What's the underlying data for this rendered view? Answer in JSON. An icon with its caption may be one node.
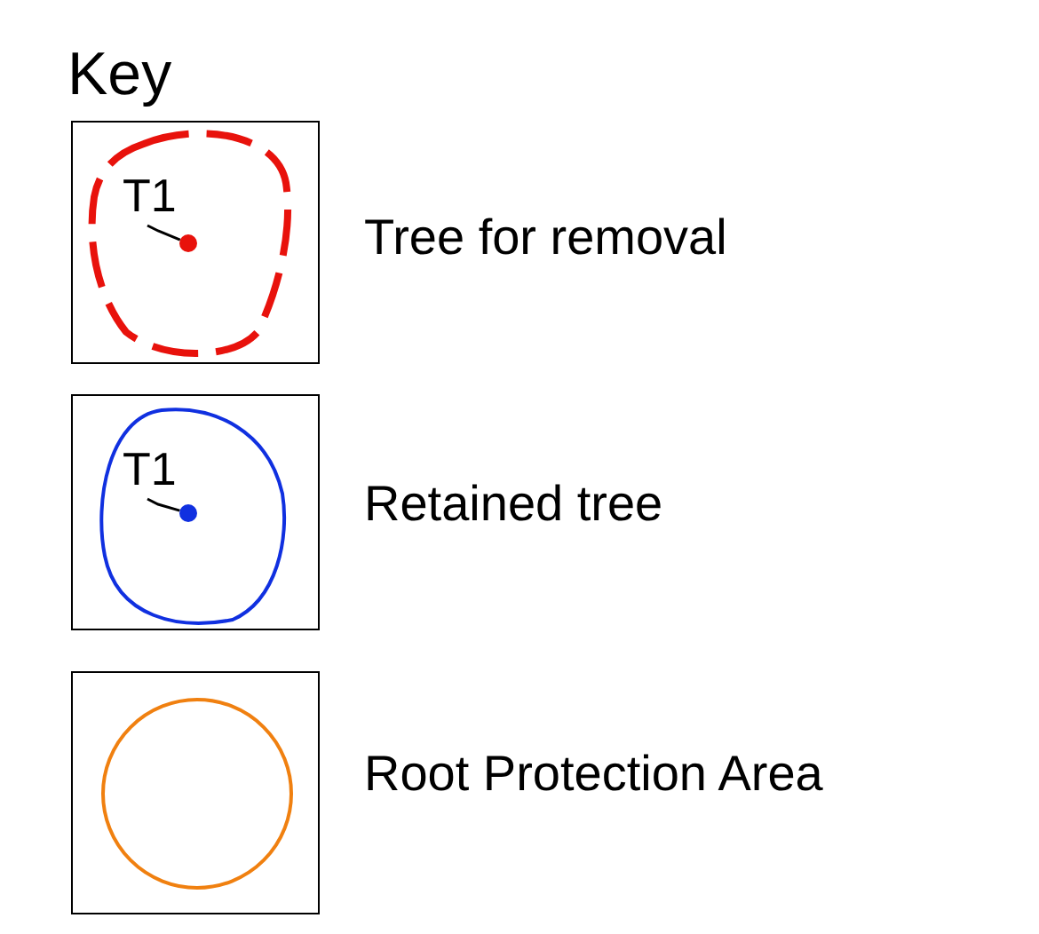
{
  "diagram": {
    "title": "Key",
    "nodes": [
      {
        "text": [
          "T1"
        ]
      },
      {
        "text": [],
        "shape": "circle"
      },
      {
        "text": [
          "T1"
        ]
      },
      {
        "text": [],
        "shape": "circle"
      }
    ],
    "edges": [
      {
        "from": 0,
        "to": 1,
        "arrow": "none"
      },
      {
        "from": 2,
        "to": 3,
        "arrow": "none"
      }
    ],
    "legend": [
      {
        "text": "Tree for removal"
      },
      {
        "text": "Retained tree"
      },
      {
        "text": "Root Protection Area"
      }
    ]
  }
}
